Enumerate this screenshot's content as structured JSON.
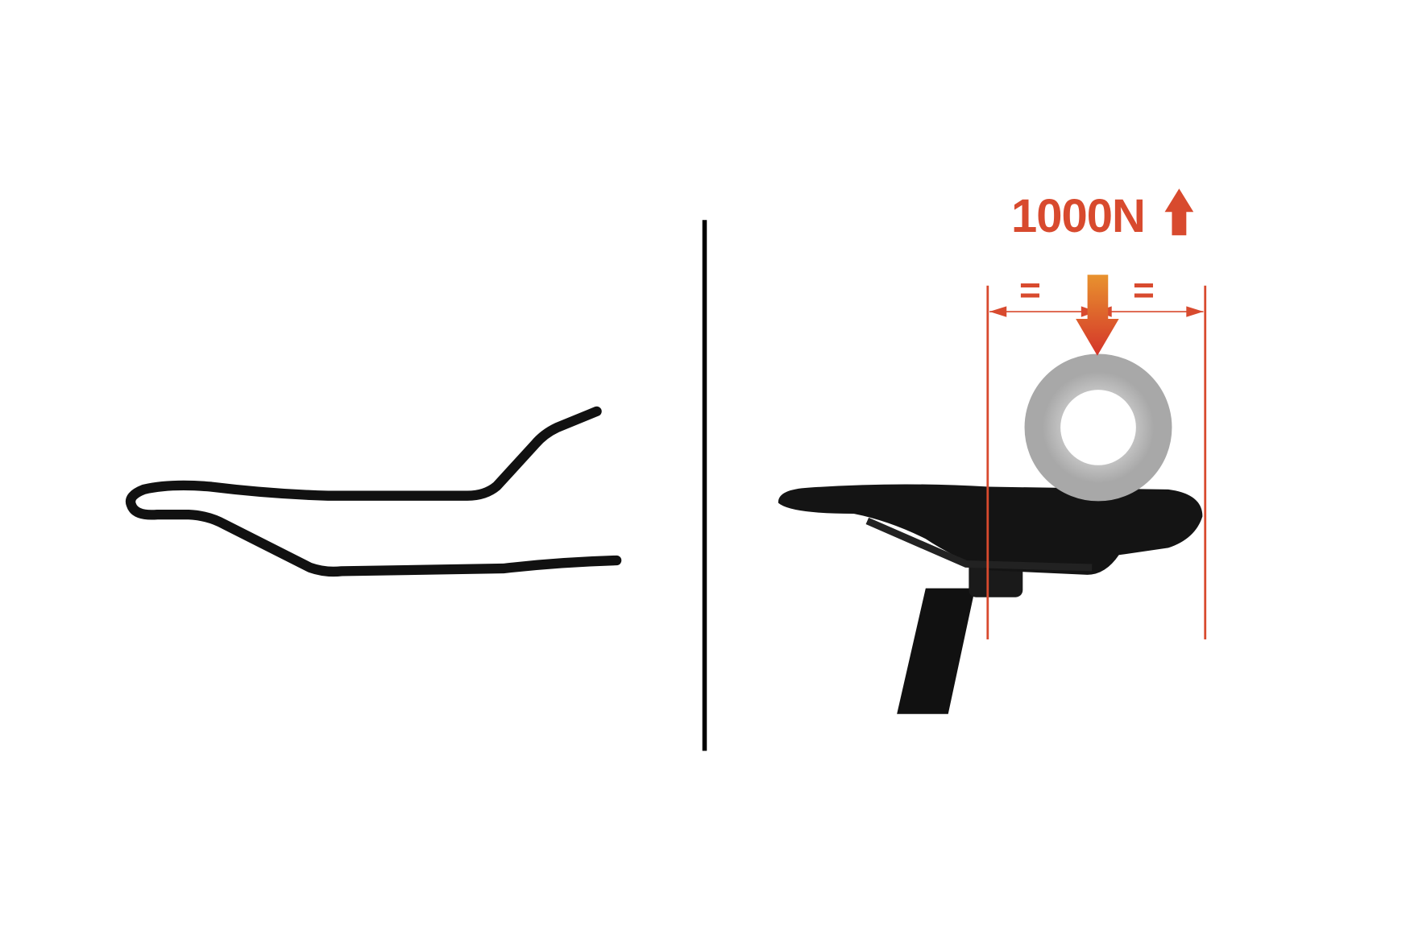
{
  "diagram": {
    "force_label": "1000N",
    "equal_left": "=",
    "equal_right": "=",
    "colors": {
      "annotation": "#d84a2e",
      "arrow_top": "#e8922e",
      "rail": "#111111",
      "wheel": "#bdbdbd"
    },
    "icons": [
      "bent-rail",
      "divider",
      "saddle-on-seatpost",
      "test-load-disc",
      "down-arrow",
      "up-arrow",
      "dimension-lines"
    ]
  }
}
